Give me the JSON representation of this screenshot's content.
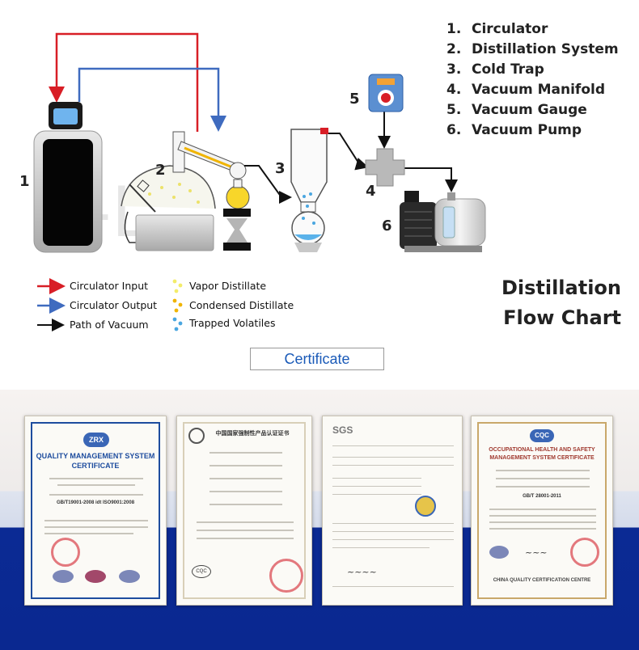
{
  "diagram": {
    "numbers": [
      "1",
      "2",
      "3",
      "4",
      "5",
      "6"
    ],
    "legend": [
      {
        "num": "1.",
        "label": "Circulator"
      },
      {
        "num": "2.",
        "label": "Distillation System"
      },
      {
        "num": "3.",
        "label": "Cold Trap"
      },
      {
        "num": "4.",
        "label": "Vacuum Manifold"
      },
      {
        "num": "5.",
        "label": "Vacuum Gauge"
      },
      {
        "num": "6.",
        "label": "Vacuum Pump"
      }
    ],
    "line_key": [
      {
        "label": "Circulator Input",
        "color": "#d81e26"
      },
      {
        "label": "Circulator Output",
        "color": "#3f6bbf"
      },
      {
        "label": "Path of Vacuum",
        "color": "#111111"
      }
    ],
    "drop_key": [
      {
        "label": "Vapor Distillate",
        "color": "#f3ec6a"
      },
      {
        "label": "Condensed Distillate",
        "color": "#f0b400"
      },
      {
        "label": "Trapped Volatiles",
        "color": "#4aa6e0"
      }
    ],
    "title_lines": [
      "Distillation",
      "Flow Chart"
    ],
    "watermark": "S-L"
  },
  "certificate_tab": "Certificate",
  "certificates": [
    {
      "header": "QUALITY MANAGEMENT SYSTEM",
      "subheader": "CERTIFICATE",
      "logo": "ZRX",
      "standard": "GB/T19001-2008 idt ISO9001:2008"
    },
    {
      "header": "中国国家强制性产品认证证书",
      "subheader": "",
      "logo": "CQC",
      "standard": ""
    },
    {
      "header": "SGS",
      "subheader": "",
      "logo": "",
      "standard": ""
    },
    {
      "header": "OCCUPATIONAL HEALTH AND SAFETY",
      "subheader": "MANAGEMENT SYSTEM CERTIFICATE",
      "logo": "CQC",
      "standard": "GB/T 28001-2011",
      "footer": "CHINA QUALITY CERTIFICATION CENTRE"
    }
  ]
}
